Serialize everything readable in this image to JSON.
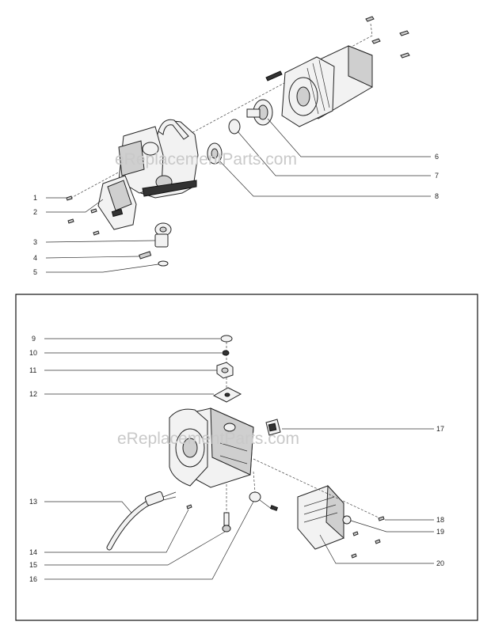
{
  "watermark": "eReplacementParts.com",
  "callouts_top": [
    "1",
    "2",
    "3",
    "4",
    "5",
    "6",
    "7",
    "8"
  ],
  "callouts_bottom": [
    "9",
    "10",
    "11",
    "12",
    "13",
    "14",
    "15",
    "16",
    "17",
    "18",
    "19",
    "20"
  ]
}
